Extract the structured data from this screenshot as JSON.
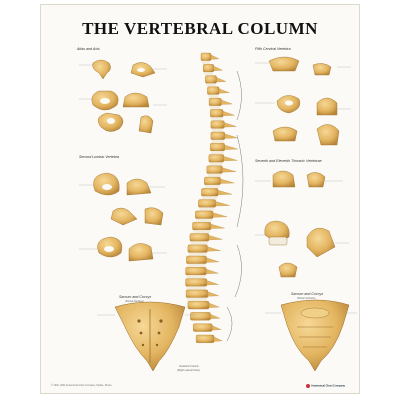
{
  "poster": {
    "title": "THE VERTEBRAL COLUMN",
    "sections": {
      "atlas_axis": "Atlas and Axis",
      "cervical": "Fifth Cervical Vertebra",
      "thoracic": "Seventh and Eleventh Thoracic Vertebrae",
      "lumbar": "Second Lumbar Vertebra",
      "sacrum_left": "Sacrum and Coccyx",
      "sacrum_right": "Sacrum and Coccyx"
    },
    "subtitles": {
      "sacrum_left": "(Dorsal Surface)",
      "sacrum_right": "(Pelvic Surface)",
      "column": "Vertebral Column",
      "column_view": "(Right Lateral View)"
    },
    "footer": "© 1994, 2002 Anatomical Chart Company, Skokie, Illinois.",
    "publisher": "Anatomical Chart Company"
  },
  "colors": {
    "bone": "#e3b561",
    "bone_dark": "#b9873a",
    "disc": "#f2ecdc",
    "label_line": "#9a9a9a"
  }
}
